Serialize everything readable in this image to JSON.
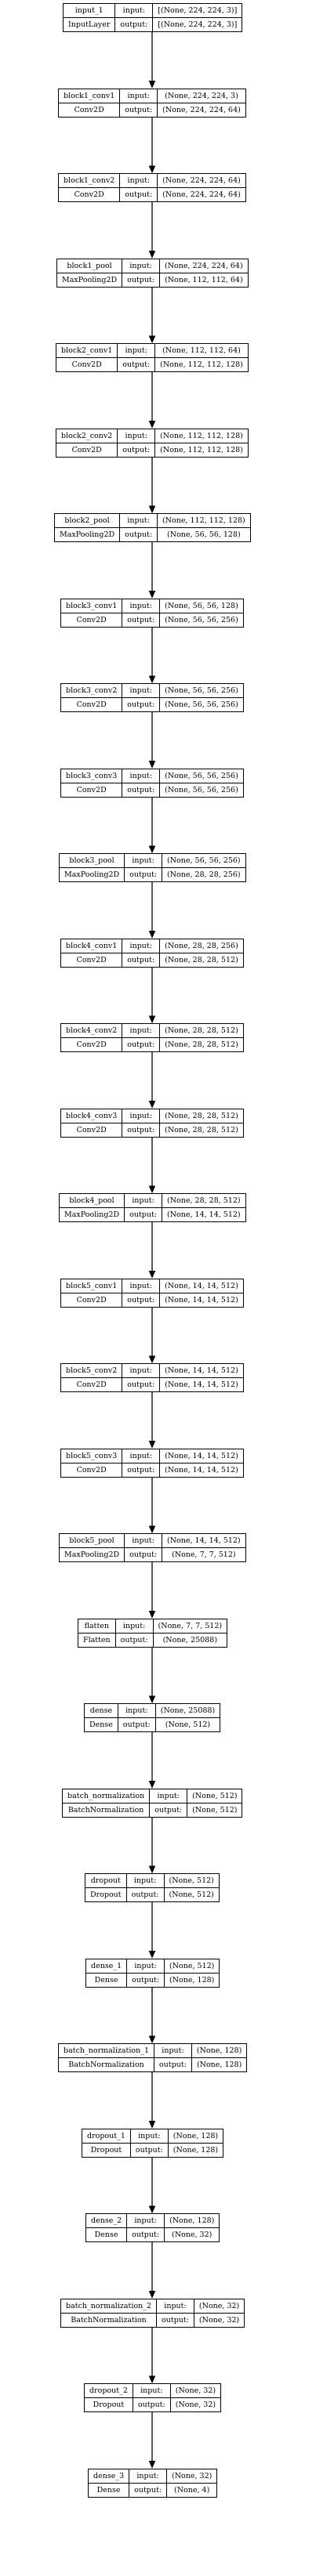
{
  "field_labels": {
    "input": "input:",
    "output": "output:"
  },
  "layers": [
    {
      "name": "input_1",
      "type": "InputLayer",
      "input": "[(None, 224, 224, 3)]",
      "output": "[(None, 224, 224, 3)]"
    },
    {
      "name": "block1_conv1",
      "type": "Conv2D",
      "input": "(None, 224, 224, 3)",
      "output": "(None, 224, 224, 64)"
    },
    {
      "name": "block1_conv2",
      "type": "Conv2D",
      "input": "(None, 224, 224, 64)",
      "output": "(None, 224, 224, 64)"
    },
    {
      "name": "block1_pool",
      "type": "MaxPooling2D",
      "input": "(None, 224, 224, 64)",
      "output": "(None, 112, 112, 64)"
    },
    {
      "name": "block2_conv1",
      "type": "Conv2D",
      "input": "(None, 112, 112, 64)",
      "output": "(None, 112, 112, 128)"
    },
    {
      "name": "block2_conv2",
      "type": "Conv2D",
      "input": "(None, 112, 112, 128)",
      "output": "(None, 112, 112, 128)"
    },
    {
      "name": "block2_pool",
      "type": "MaxPooling2D",
      "input": "(None, 112, 112, 128)",
      "output": "(None, 56, 56, 128)"
    },
    {
      "name": "block3_conv1",
      "type": "Conv2D",
      "input": "(None, 56, 56, 128)",
      "output": "(None, 56, 56, 256)"
    },
    {
      "name": "block3_conv2",
      "type": "Conv2D",
      "input": "(None, 56, 56, 256)",
      "output": "(None, 56, 56, 256)"
    },
    {
      "name": "block3_conv3",
      "type": "Conv2D",
      "input": "(None, 56, 56, 256)",
      "output": "(None, 56, 56, 256)"
    },
    {
      "name": "block3_pool",
      "type": "MaxPooling2D",
      "input": "(None, 56, 56, 256)",
      "output": "(None, 28, 28, 256)"
    },
    {
      "name": "block4_conv1",
      "type": "Conv2D",
      "input": "(None, 28, 28, 256)",
      "output": "(None, 28, 28, 512)"
    },
    {
      "name": "block4_conv2",
      "type": "Conv2D",
      "input": "(None, 28, 28, 512)",
      "output": "(None, 28, 28, 512)"
    },
    {
      "name": "block4_conv3",
      "type": "Conv2D",
      "input": "(None, 28, 28, 512)",
      "output": "(None, 28, 28, 512)"
    },
    {
      "name": "block4_pool",
      "type": "MaxPooling2D",
      "input": "(None, 28, 28, 512)",
      "output": "(None, 14, 14, 512)"
    },
    {
      "name": "block5_conv1",
      "type": "Conv2D",
      "input": "(None, 14, 14, 512)",
      "output": "(None, 14, 14, 512)"
    },
    {
      "name": "block5_conv2",
      "type": "Conv2D",
      "input": "(None, 14, 14, 512)",
      "output": "(None, 14, 14, 512)"
    },
    {
      "name": "block5_conv3",
      "type": "Conv2D",
      "input": "(None, 14, 14, 512)",
      "output": "(None, 14, 14, 512)"
    },
    {
      "name": "block5_pool",
      "type": "MaxPooling2D",
      "input": "(None, 14, 14, 512)",
      "output": "(None, 7, 7, 512)"
    },
    {
      "name": "flatten",
      "type": "Flatten",
      "input": "(None, 7, 7, 512)",
      "output": "(None, 25088)"
    },
    {
      "name": "dense",
      "type": "Dense",
      "input": "(None, 25088)",
      "output": "(None, 512)"
    },
    {
      "name": "batch_normalization",
      "type": "BatchNormalization",
      "input": "(None, 512)",
      "output": "(None, 512)"
    },
    {
      "name": "dropout",
      "type": "Dropout",
      "input": "(None, 512)",
      "output": "(None, 512)"
    },
    {
      "name": "dense_1",
      "type": "Dense",
      "input": "(None, 512)",
      "output": "(None, 128)"
    },
    {
      "name": "batch_normalization_1",
      "type": "BatchNormalization",
      "input": "(None, 128)",
      "output": "(None, 128)"
    },
    {
      "name": "dropout_1",
      "type": "Dropout",
      "input": "(None, 128)",
      "output": "(None, 128)"
    },
    {
      "name": "dense_2",
      "type": "Dense",
      "input": "(None, 128)",
      "output": "(None, 32)"
    },
    {
      "name": "batch_normalization_2",
      "type": "BatchNormalization",
      "input": "(None, 32)",
      "output": "(None, 32)"
    },
    {
      "name": "dropout_2",
      "type": "Dropout",
      "input": "(None, 32)",
      "output": "(None, 32)"
    },
    {
      "name": "dense_3",
      "type": "Dense",
      "input": "(None, 32)",
      "output": "(None, 4)"
    }
  ]
}
